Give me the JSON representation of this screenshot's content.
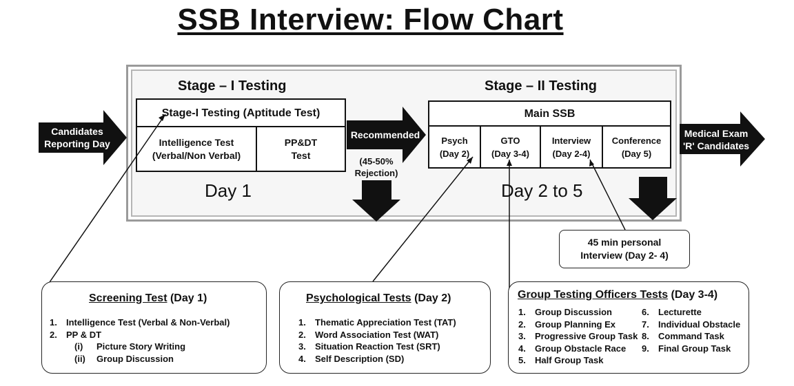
{
  "title": "SSB Interview: Flow Chart",
  "left_arrow": {
    "line1": "Candidates",
    "line2": "Reporting Day"
  },
  "stage1": {
    "heading": "Stage – I Testing",
    "box_title": "Stage-I Testing (Aptitude Test)",
    "cell1": {
      "line1": "Intelligence Test",
      "line2": "(Verbal/Non Verbal)"
    },
    "cell2": {
      "line1": "PP&DT",
      "line2": "Test"
    },
    "day": "Day 1"
  },
  "recommended": {
    "label": "Recommended",
    "note_line1": "(45-50%",
    "note_line2": "Rejection)"
  },
  "stage2": {
    "heading": "Stage – II Testing",
    "box_title": "Main SSB",
    "cells": [
      {
        "line1": "Psych",
        "line2": "(Day 2)"
      },
      {
        "line1": "GTO",
        "line2": "(Day 3-4)"
      },
      {
        "line1": "Interview",
        "line2": "(Day 2-4)"
      },
      {
        "line1": "Conference",
        "line2": "(Day 5)"
      }
    ],
    "day": "Day 2 to 5"
  },
  "right_arrow": {
    "line1": "Medical Exam",
    "line2": "'R' Candidates"
  },
  "personal_interview": {
    "line1": "45 min personal",
    "line2": "Interview (Day 2- 4)"
  },
  "screening": {
    "title_main": "Screening Test",
    "title_rest": " (Day 1)",
    "items": [
      {
        "n": "1.",
        "text": "Intelligence Test (Verbal & Non-Verbal)"
      },
      {
        "n": "2.",
        "text": "PP & DT"
      }
    ],
    "subitems": [
      {
        "n": "(i)",
        "text": "Picture Story Writing"
      },
      {
        "n": "(ii)",
        "text": "Group Discussion"
      }
    ]
  },
  "psych_tests": {
    "title_main": "Psychological Tests",
    "title_rest": " (Day 2)",
    "items": [
      {
        "n": "1.",
        "text": "Thematic Appreciation Test (TAT)"
      },
      {
        "n": "2.",
        "text": "Word Association Test (WAT)"
      },
      {
        "n": "3.",
        "text": "Situation Reaction Test (SRT)"
      },
      {
        "n": "4.",
        "text": "Self Description (SD)"
      }
    ]
  },
  "gto_tests": {
    "title_main": "Group Testing Officers Tests",
    "title_rest": " (Day 3-4)",
    "col1": [
      {
        "n": "1.",
        "text": "Group Discussion"
      },
      {
        "n": "2.",
        "text": "Group Planning Ex"
      },
      {
        "n": "3.",
        "text": "Progressive Group Task"
      },
      {
        "n": "4.",
        "text": "Group Obstacle Race"
      },
      {
        "n": "5.",
        "text": "Half Group Task"
      }
    ],
    "col2": [
      {
        "n": "6.",
        "text": "Lecturette"
      },
      {
        "n": "7.",
        "text": "Individual Obstacle"
      },
      {
        "n": "8.",
        "text": "Command Task"
      },
      {
        "n": "9.",
        "text": "Final Group Task"
      }
    ]
  }
}
